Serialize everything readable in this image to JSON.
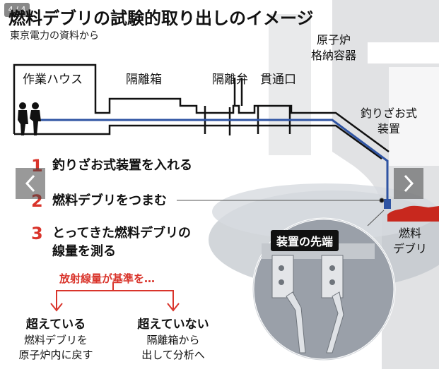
{
  "slide": {
    "counter": "4 / 4"
  },
  "figure": {
    "title": "燃料デブリの試験的取り出しのイメージ",
    "source": "東京電力の資料から",
    "labels": {
      "work_house": "作業ハウス",
      "isolation_box": "隔離箱",
      "isolation_valve": "隔離弁",
      "penetration": "貫通口",
      "containment_line1": "原子炉",
      "containment_line2": "格納容器",
      "device_line1": "釣りざお式",
      "device_line2": "装置",
      "debris_line1": "燃料",
      "debris_line2": "デブリ",
      "device_tip": "装置の先端"
    },
    "steps": [
      {
        "num": "1",
        "text": "釣りざお式装置を入れる"
      },
      {
        "num": "2",
        "text": "燃料デブリをつまむ"
      },
      {
        "num": "3",
        "text": "とってきた燃料デブリの"
      },
      {
        "num": "",
        "text": "線量を測る"
      }
    ],
    "radiation_check": "放射線量が基準を…",
    "outcomes": {
      "exceed": {
        "heading": "超えている",
        "line1": "燃料デブリを",
        "line2": "原子炉内に戻す"
      },
      "not_exceed": {
        "heading": "超えていない",
        "line1": "隔離箱から",
        "line2": "出して分析へ"
      }
    },
    "colors": {
      "accent_red": "#d9342b",
      "rod_blue": "#2f54a3",
      "debris_red": "#c8281e",
      "gray_bg": "#c8cacd"
    }
  },
  "nav": {
    "prev_icon": "chevron-left-icon",
    "next_icon": "chevron-right-icon"
  }
}
